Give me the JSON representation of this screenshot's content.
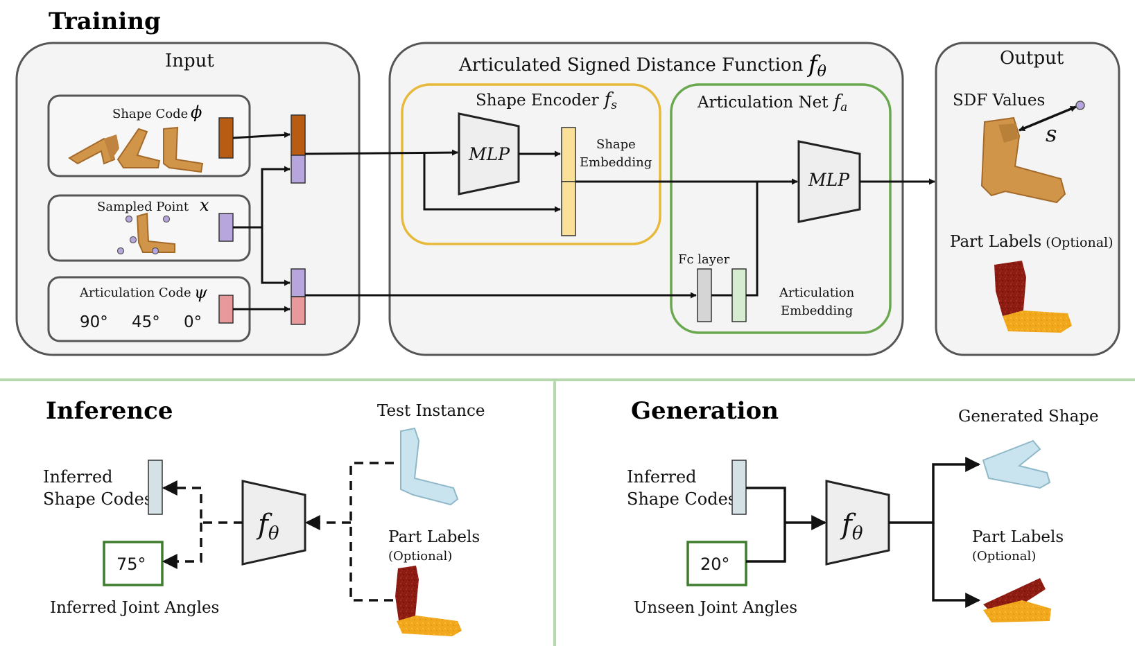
{
  "training": {
    "title": "Training",
    "input_title": "Input",
    "shape_code_label": "Shape Code",
    "shape_code_symbol": "ϕ",
    "sampled_point_label": "Sampled Point",
    "sampled_point_symbol": "x",
    "articulation_code_label": "Articulation Code",
    "articulation_code_symbol": "ψ",
    "angles": [
      "90°",
      "45°",
      "0°"
    ],
    "asdf_title": "Articulated Signed Distance Function",
    "asdf_symbol": "f",
    "asdf_subscript": "θ",
    "shape_encoder_label": "Shape Encoder",
    "shape_encoder_symbol": "f",
    "shape_encoder_subscript": "s",
    "mlp_label": "MLP",
    "shape_embedding_line1": "Shape",
    "shape_embedding_line2": "Embedding",
    "artnet_label": "Articulation Net",
    "artnet_symbol": "f",
    "artnet_subscript": "a",
    "fc_layer_label": "Fc layer",
    "art_embedding_line1": "Articulation",
    "art_embedding_line2": "Embedding",
    "output_title": "Output",
    "sdf_values_label": "SDF Values",
    "sdf_symbol": "s",
    "part_labels_label": "Part Labels",
    "optional_label": "(Optional)"
  },
  "inference": {
    "title": "Inference",
    "test_instance_label": "Test Instance",
    "inferred_codes_line1": "Inferred",
    "inferred_codes_line2": "Shape Codes",
    "angle_value": "75°",
    "inferred_angles_label": "Inferred Joint Angles",
    "part_labels_label": "Part Labels",
    "optional_label": "(Optional)",
    "f_symbol": "f",
    "f_subscript": "θ"
  },
  "generation": {
    "title": "Generation",
    "generated_shape_label": "Generated Shape",
    "inferred_codes_line1": "Inferred",
    "inferred_codes_line2": "Shape Codes",
    "angle_value": "20°",
    "unseen_angles_label": "Unseen Joint Angles",
    "part_labels_label": "Part Labels",
    "optional_label": "(Optional)",
    "f_symbol": "f",
    "f_subscript": "θ"
  },
  "colors": {
    "shape_code": "#b85c14",
    "sampled_point": "#b7a6dd",
    "articulation_code": "#e7999c",
    "shape_embedding": "#fbe09a",
    "fc_layer": "#d5d5d5",
    "art_embedding": "#d5ecd1",
    "encoder_border": "#e7b93a",
    "artnet_border": "#6aa84f",
    "divider": "#b7d8ae",
    "inferred_code": "#d4e2e6",
    "angle_box_border": "#3f7d2e",
    "chair_tan": "#d1954a",
    "chair_light_blue": "#c9e4ef",
    "part_red": "#8c1b12",
    "part_yellow": "#f2a81c"
  }
}
